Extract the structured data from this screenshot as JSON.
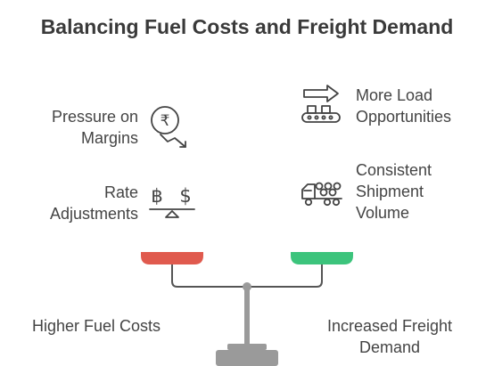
{
  "title": "Balancing Fuel Costs and Freight Demand",
  "left_items": [
    {
      "line1": "Pressure on",
      "line2": "Margins",
      "icon": "rupee-down-trend-icon"
    },
    {
      "line1": "Rate",
      "line2": "Adjustments",
      "icon": "currency-balance-icon"
    }
  ],
  "right_items": [
    {
      "line1": "More Load",
      "line2": "Opportunities",
      "icon": "conveyor-arrow-icon"
    },
    {
      "line1": "Consistent",
      "line2": "Shipment",
      "line3": "Volume",
      "icon": "truck-logs-icon"
    }
  ],
  "scale": {
    "left_label": "Higher Fuel Costs",
    "right_label_line1": "Increased Freight",
    "right_label_line2": "Demand",
    "left_color": "#e05a4e",
    "right_color": "#3cc47c",
    "beam_color": "#555555",
    "stand_color": "#9a9a9a"
  }
}
